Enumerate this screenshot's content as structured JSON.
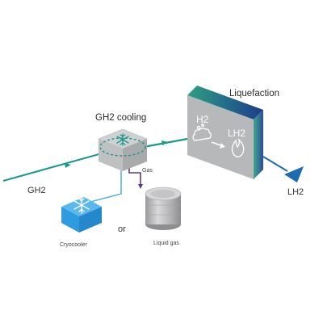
{
  "labels": {
    "liquefaction": "Liquefaction",
    "gh2_cooling": "GH2 cooling",
    "gh2_input": "GH2",
    "lh2_output": "LH2",
    "inner_h2": "H2",
    "inner_lh2": "LH2",
    "gas": "Gas",
    "or": "or",
    "cryocooler": "Cryocooler",
    "liquid_gas": "Liquid gas"
  },
  "colors": {
    "gh2_line": "#1a9a8c",
    "gas_line": "#5c3b7a",
    "cryo_line": "#5ab4e0",
    "lh2_arrow": "#1e6bb0",
    "cryocooler_box": "#2e9be0",
    "cooling_box": "#c7c8ca",
    "liquefaction_top_start": "#2a9a7e",
    "liquefaction_top_end": "#203f8a"
  },
  "icons": {
    "cooling_box": "snowflake-icon",
    "cryocooler": "snowflake-icon",
    "liquefaction_left": "gas-cloud-icon",
    "liquefaction_right": "flame-drop-icon",
    "liquefaction_middle": "arrow-right-icon"
  }
}
